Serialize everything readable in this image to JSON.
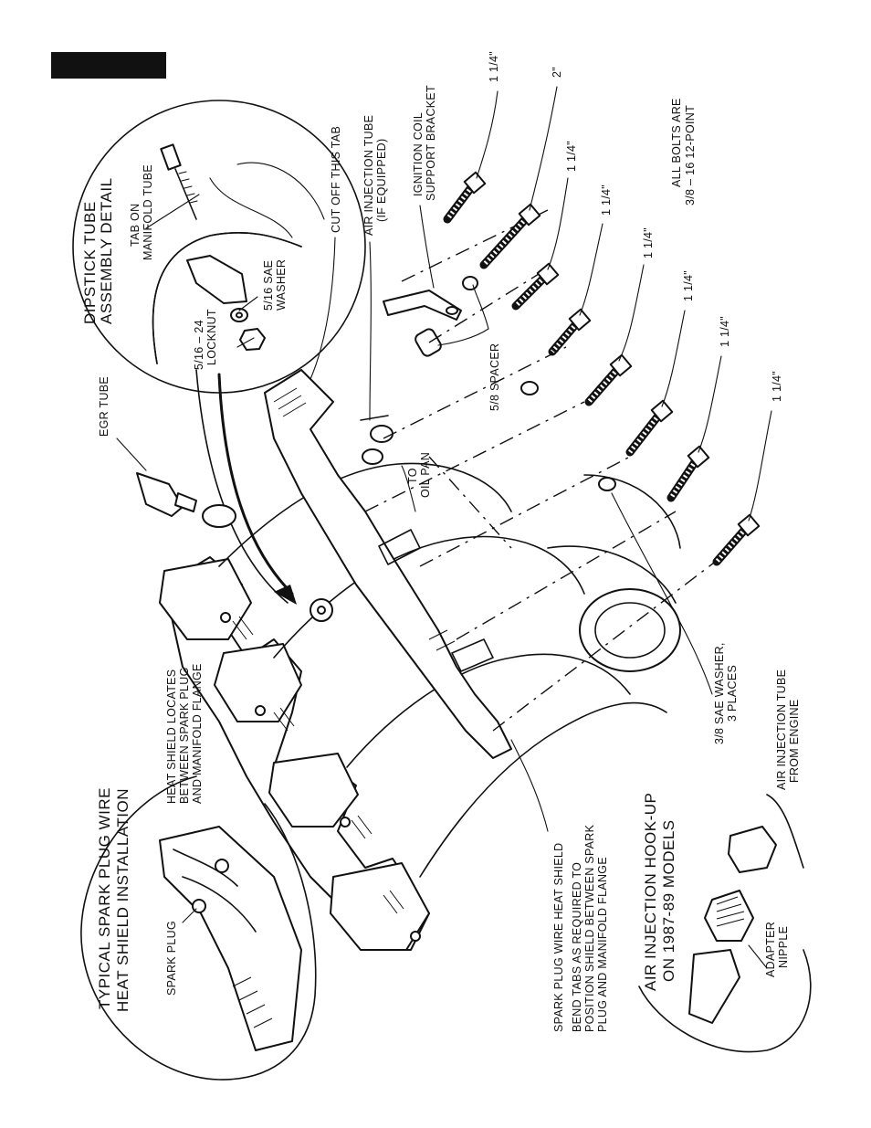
{
  "labels": {
    "dipstick_detail_title_1": "DIPSTICK TUBE",
    "dipstick_detail_title_2": "ASSEMBLY DETAIL",
    "tab_on_manifold_tube_1": "TAB ON",
    "tab_on_manifold_tube_2": "MANIFOLD TUBE",
    "sae_washer_516_1": "5/16 SAE",
    "sae_washer_516_2": "WASHER",
    "locknut_1": "5/16 – 24",
    "locknut_2": "LOCKNUT",
    "cut_off_tab": "CUT OFF THIS TAB",
    "air_injection_tube_1": "AIR INJECTION TUBE",
    "air_injection_tube_2": "(IF EQUIPPED)",
    "ignition_coil_1": "IGNITION COIL",
    "ignition_coil_2": "SUPPORT BRACKET",
    "spacer_58": "5/8 SPACER",
    "to_oil_pan_1": "TO",
    "to_oil_pan_2": "OIL PAN",
    "egr_tube": "EGR TUBE",
    "bolts_note_1": "ALL BOLTS ARE",
    "bolts_note_2": "3/8 – 16 12-POINT",
    "washer_38_1": "3/8 SAE WASHER,",
    "washer_38_2": "3 PLACES",
    "air_injection_from_engine_1": "AIR INJECTION TUBE",
    "air_injection_from_engine_2": "FROM ENGINE",
    "heat_shield_locates_1": "HEAT SHIELD LOCATES",
    "heat_shield_locates_2": "BETWEEN SPARK PLUG",
    "heat_shield_locates_3": "AND MANIFOLD FLANGE",
    "typical_title_1": "TYPICAL SPARK PLUG WIRE",
    "typical_title_2": "HEAT SHIELD INSTALLATION",
    "spark_plug": "SPARK PLUG",
    "spark_shield_1": "SPARK PLUG WIRE HEAT SHIELD",
    "spark_shield_2": "BEND TABS AS REQUIRED TO",
    "spark_shield_3": "POSITION SHIELD BETWEEN SPARK",
    "spark_shield_4": "PLUG AND MANIFOLD FLANGE",
    "hookup_title_1": "AIR INJECTION HOOK-UP",
    "hookup_title_2": "ON 1987-89 MODELS",
    "adapter_nipple_1": "ADAPTER",
    "adapter_nipple_2": "NIPPLE"
  },
  "bolt_lengths": [
    "1 1/4\"",
    "2\"",
    "1 1/4\"",
    "1 1/4\"",
    "1 1/4\"",
    "1 1/4\"",
    "1 1/4\"",
    "1 1/4\""
  ]
}
